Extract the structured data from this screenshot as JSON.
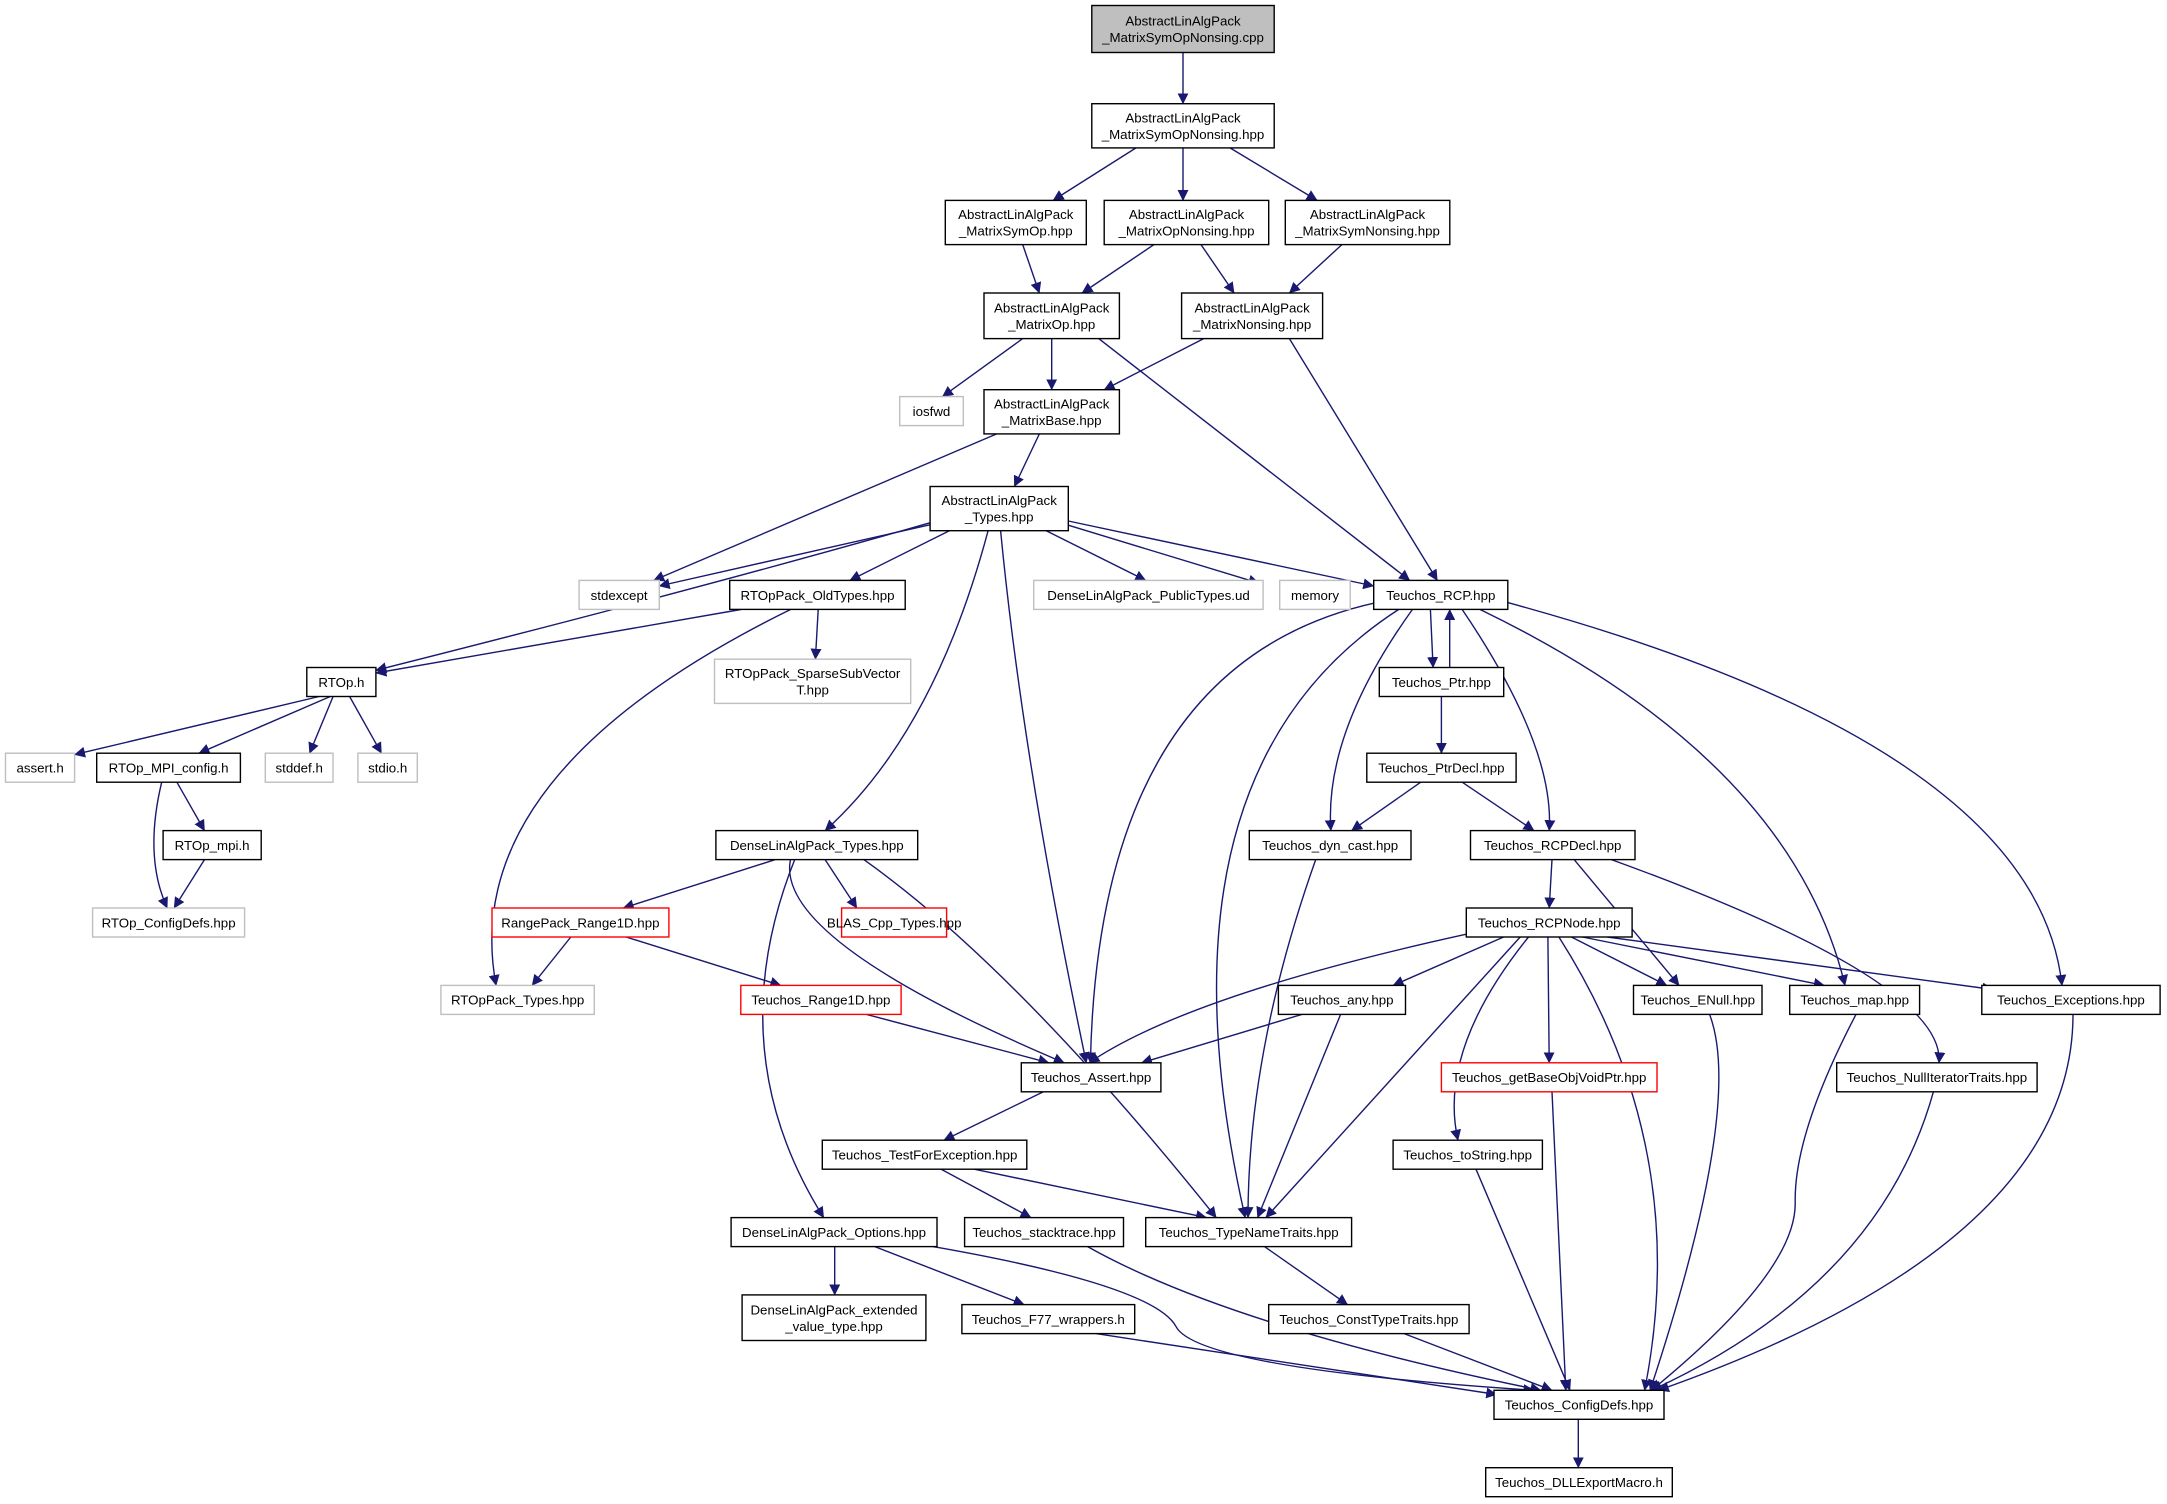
{
  "colors": {
    "edge": "#191970",
    "node_border_normal": "#000000",
    "node_border_external": "#bfbfbf",
    "node_border_truncated": "#ff0000",
    "root_fill": "#bfbfbf",
    "node_fill": "#ffffff"
  },
  "nodes": [
    {
      "id": "root",
      "lines": [
        "AbstractLinAlgPack",
        "_MatrixSymOpNonsing.cpp"
      ],
      "style": "root"
    },
    {
      "id": "symopnonsing_hpp",
      "lines": [
        "AbstractLinAlgPack",
        "_MatrixSymOpNonsing.hpp"
      ],
      "style": "normal"
    },
    {
      "id": "symop",
      "lines": [
        "AbstractLinAlgPack",
        "_MatrixSymOp.hpp"
      ],
      "style": "normal"
    },
    {
      "id": "opnonsing",
      "lines": [
        "AbstractLinAlgPack",
        "_MatrixOpNonsing.hpp"
      ],
      "style": "normal"
    },
    {
      "id": "symnonsing",
      "lines": [
        "AbstractLinAlgPack",
        "_MatrixSymNonsing.hpp"
      ],
      "style": "normal"
    },
    {
      "id": "matrixop",
      "lines": [
        "AbstractLinAlgPack",
        "_MatrixOp.hpp"
      ],
      "style": "normal"
    },
    {
      "id": "matrixnonsing",
      "lines": [
        "AbstractLinAlgPack",
        "_MatrixNonsing.hpp"
      ],
      "style": "normal"
    },
    {
      "id": "iosfwd",
      "lines": [
        "iosfwd"
      ],
      "style": "external"
    },
    {
      "id": "matrixbase",
      "lines": [
        "AbstractLinAlgPack",
        "_MatrixBase.hpp"
      ],
      "style": "normal"
    },
    {
      "id": "types",
      "lines": [
        "AbstractLinAlgPack",
        "_Types.hpp"
      ],
      "style": "normal"
    },
    {
      "id": "stdexcept",
      "lines": [
        "stdexcept"
      ],
      "style": "external"
    },
    {
      "id": "oldtypes",
      "lines": [
        "RTOpPack_OldTypes.hpp"
      ],
      "style": "normal"
    },
    {
      "id": "publictypes",
      "lines": [
        "DenseLinAlgPack_PublicTypes.ud"
      ],
      "style": "external"
    },
    {
      "id": "memory",
      "lines": [
        "memory"
      ],
      "style": "external"
    },
    {
      "id": "rcp",
      "lines": [
        "Teuchos_RCP.hpp"
      ],
      "style": "normal"
    },
    {
      "id": "rtoph",
      "lines": [
        "RTOp.h"
      ],
      "style": "normal"
    },
    {
      "id": "sparsesub",
      "lines": [
        "RTOpPack_SparseSubVector",
        "T.hpp"
      ],
      "style": "external"
    },
    {
      "id": "ptr",
      "lines": [
        "Teuchos_Ptr.hpp"
      ],
      "style": "normal"
    },
    {
      "id": "asserth",
      "lines": [
        "assert.h"
      ],
      "style": "external"
    },
    {
      "id": "mpiconfig",
      "lines": [
        "RTOp_MPI_config.h"
      ],
      "style": "normal"
    },
    {
      "id": "stddef",
      "lines": [
        "stddef.h"
      ],
      "style": "external"
    },
    {
      "id": "stdio",
      "lines": [
        "stdio.h"
      ],
      "style": "external"
    },
    {
      "id": "ptrdecl",
      "lines": [
        "Teuchos_PtrDecl.hpp"
      ],
      "style": "normal"
    },
    {
      "id": "rtopmpi",
      "lines": [
        "RTOp_mpi.h"
      ],
      "style": "normal"
    },
    {
      "id": "dlatypes",
      "lines": [
        "DenseLinAlgPack_Types.hpp"
      ],
      "style": "normal"
    },
    {
      "id": "dyncast",
      "lines": [
        "Teuchos_dyn_cast.hpp"
      ],
      "style": "normal"
    },
    {
      "id": "rcpdecl",
      "lines": [
        "Teuchos_RCPDecl.hpp"
      ],
      "style": "normal"
    },
    {
      "id": "rtopconfigdefs",
      "lines": [
        "RTOp_ConfigDefs.hpp"
      ],
      "style": "external"
    },
    {
      "id": "range1d",
      "lines": [
        "RangePack_Range1D.hpp"
      ],
      "style": "truncated"
    },
    {
      "id": "blascpp",
      "lines": [
        "BLAS_Cpp_Types.hpp"
      ],
      "style": "truncated"
    },
    {
      "id": "rcpnode",
      "lines": [
        "Teuchos_RCPNode.hpp"
      ],
      "style": "normal"
    },
    {
      "id": "rtoppacktypes",
      "lines": [
        "RTOpPack_Types.hpp"
      ],
      "style": "external"
    },
    {
      "id": "teuchosrange1d",
      "lines": [
        "Teuchos_Range1D.hpp"
      ],
      "style": "truncated"
    },
    {
      "id": "any",
      "lines": [
        "Teuchos_any.hpp"
      ],
      "style": "normal"
    },
    {
      "id": "enull",
      "lines": [
        "Teuchos_ENull.hpp"
      ],
      "style": "normal"
    },
    {
      "id": "map",
      "lines": [
        "Teuchos_map.hpp"
      ],
      "style": "normal"
    },
    {
      "id": "exceptions",
      "lines": [
        "Teuchos_Exceptions.hpp"
      ],
      "style": "normal"
    },
    {
      "id": "assert",
      "lines": [
        "Teuchos_Assert.hpp"
      ],
      "style": "normal"
    },
    {
      "id": "getbaseobj",
      "lines": [
        "Teuchos_getBaseObjVoidPtr.hpp"
      ],
      "style": "truncated"
    },
    {
      "id": "nulliter",
      "lines": [
        "Teuchos_NullIteratorTraits.hpp"
      ],
      "style": "normal"
    },
    {
      "id": "testforexc",
      "lines": [
        "Teuchos_TestForException.hpp"
      ],
      "style": "normal"
    },
    {
      "id": "tostring",
      "lines": [
        "Teuchos_toString.hpp"
      ],
      "style": "normal"
    },
    {
      "id": "options",
      "lines": [
        "DenseLinAlgPack_Options.hpp"
      ],
      "style": "normal"
    },
    {
      "id": "stacktrace",
      "lines": [
        "Teuchos_stacktrace.hpp"
      ],
      "style": "normal"
    },
    {
      "id": "typenametraits",
      "lines": [
        "Teuchos_TypeNameTraits.hpp"
      ],
      "style": "normal"
    },
    {
      "id": "extvaluetype",
      "lines": [
        "DenseLinAlgPack_extended",
        "_value_type.hpp"
      ],
      "style": "normal"
    },
    {
      "id": "f77wrappers",
      "lines": [
        "Teuchos_F77_wrappers.h"
      ],
      "style": "normal"
    },
    {
      "id": "consttypetraits",
      "lines": [
        "Teuchos_ConstTypeTraits.hpp"
      ],
      "style": "normal"
    },
    {
      "id": "configdefs",
      "lines": [
        "Teuchos_ConfigDefs.hpp"
      ],
      "style": "normal"
    },
    {
      "id": "dllexport",
      "lines": [
        "Teuchos_DLLExportMacro.h"
      ],
      "style": "normal"
    }
  ],
  "edges": [
    [
      "root",
      "symopnonsing_hpp"
    ],
    [
      "symopnonsing_hpp",
      "symop"
    ],
    [
      "symopnonsing_hpp",
      "opnonsing"
    ],
    [
      "symopnonsing_hpp",
      "symnonsing"
    ],
    [
      "symop",
      "matrixop"
    ],
    [
      "opnonsing",
      "matrixop"
    ],
    [
      "opnonsing",
      "matrixnonsing"
    ],
    [
      "symnonsing",
      "matrixnonsing"
    ],
    [
      "matrixop",
      "iosfwd"
    ],
    [
      "matrixop",
      "matrixbase"
    ],
    [
      "matrixop",
      "rcp"
    ],
    [
      "matrixnonsing",
      "matrixbase"
    ],
    [
      "matrixnonsing",
      "rcp"
    ],
    [
      "matrixbase",
      "types"
    ],
    [
      "matrixbase",
      "stdexcept"
    ],
    [
      "types",
      "stdexcept"
    ],
    [
      "types",
      "oldtypes"
    ],
    [
      "types",
      "rtoph"
    ],
    [
      "types",
      "publictypes"
    ],
    [
      "types",
      "memory"
    ],
    [
      "types",
      "rcp"
    ],
    [
      "types",
      "dlatypes"
    ],
    [
      "types",
      "assert"
    ],
    [
      "oldtypes",
      "rtoph"
    ],
    [
      "oldtypes",
      "sparsesub"
    ],
    [
      "oldtypes",
      "rtoppacktypes"
    ],
    [
      "rtoph",
      "asserth"
    ],
    [
      "rtoph",
      "mpiconfig"
    ],
    [
      "rtoph",
      "stddef"
    ],
    [
      "rtoph",
      "stdio"
    ],
    [
      "mpiconfig",
      "rtopmpi"
    ],
    [
      "mpiconfig",
      "rtopconfigdefs"
    ],
    [
      "rtopmpi",
      "rtopconfigdefs"
    ],
    [
      "rcp",
      "ptr"
    ],
    [
      "ptr",
      "rcp"
    ],
    [
      "ptr",
      "ptrdecl"
    ],
    [
      "ptrdecl",
      "dyncast"
    ],
    [
      "ptrdecl",
      "rcpdecl"
    ],
    [
      "rcp",
      "dyncast"
    ],
    [
      "rcp",
      "rcpdecl"
    ],
    [
      "rcp",
      "assert"
    ],
    [
      "rcp",
      "typenametraits"
    ],
    [
      "rcp",
      "map"
    ],
    [
      "rcp",
      "exceptions"
    ],
    [
      "rcpdecl",
      "rcpnode"
    ],
    [
      "rcpdecl",
      "enull"
    ],
    [
      "rcpdecl",
      "nulliter"
    ],
    [
      "rcpnode",
      "any"
    ],
    [
      "rcpnode",
      "enull"
    ],
    [
      "rcpnode",
      "map"
    ],
    [
      "rcpnode",
      "exceptions"
    ],
    [
      "rcpnode",
      "assert"
    ],
    [
      "rcpnode",
      "getbaseobj"
    ],
    [
      "rcpnode",
      "tostring"
    ],
    [
      "rcpnode",
      "typenametraits"
    ],
    [
      "rcpnode",
      "configdefs"
    ],
    [
      "dyncast",
      "typenametraits"
    ],
    [
      "any",
      "assert"
    ],
    [
      "any",
      "typenametraits"
    ],
    [
      "dlatypes",
      "range1d"
    ],
    [
      "dlatypes",
      "blascpp"
    ],
    [
      "dlatypes",
      "assert"
    ],
    [
      "dlatypes",
      "options"
    ],
    [
      "dlatypes",
      "typenametraits"
    ],
    [
      "range1d",
      "rtoppacktypes"
    ],
    [
      "range1d",
      "teuchosrange1d"
    ],
    [
      "teuchosrange1d",
      "assert"
    ],
    [
      "assert",
      "testforexc"
    ],
    [
      "testforexc",
      "stacktrace"
    ],
    [
      "testforexc",
      "typenametraits"
    ],
    [
      "stacktrace",
      "configdefs"
    ],
    [
      "typenametraits",
      "consttypetraits"
    ],
    [
      "consttypetraits",
      "configdefs"
    ],
    [
      "options",
      "extvaluetype"
    ],
    [
      "options",
      "f77wrappers"
    ],
    [
      "options",
      "configdefs"
    ],
    [
      "f77wrappers",
      "configdefs"
    ],
    [
      "enull",
      "configdefs"
    ],
    [
      "map",
      "configdefs"
    ],
    [
      "exceptions",
      "configdefs"
    ],
    [
      "nulliter",
      "configdefs"
    ],
    [
      "getbaseobj",
      "configdefs"
    ],
    [
      "tostring",
      "configdefs"
    ],
    [
      "configdefs",
      "dllexport"
    ]
  ]
}
